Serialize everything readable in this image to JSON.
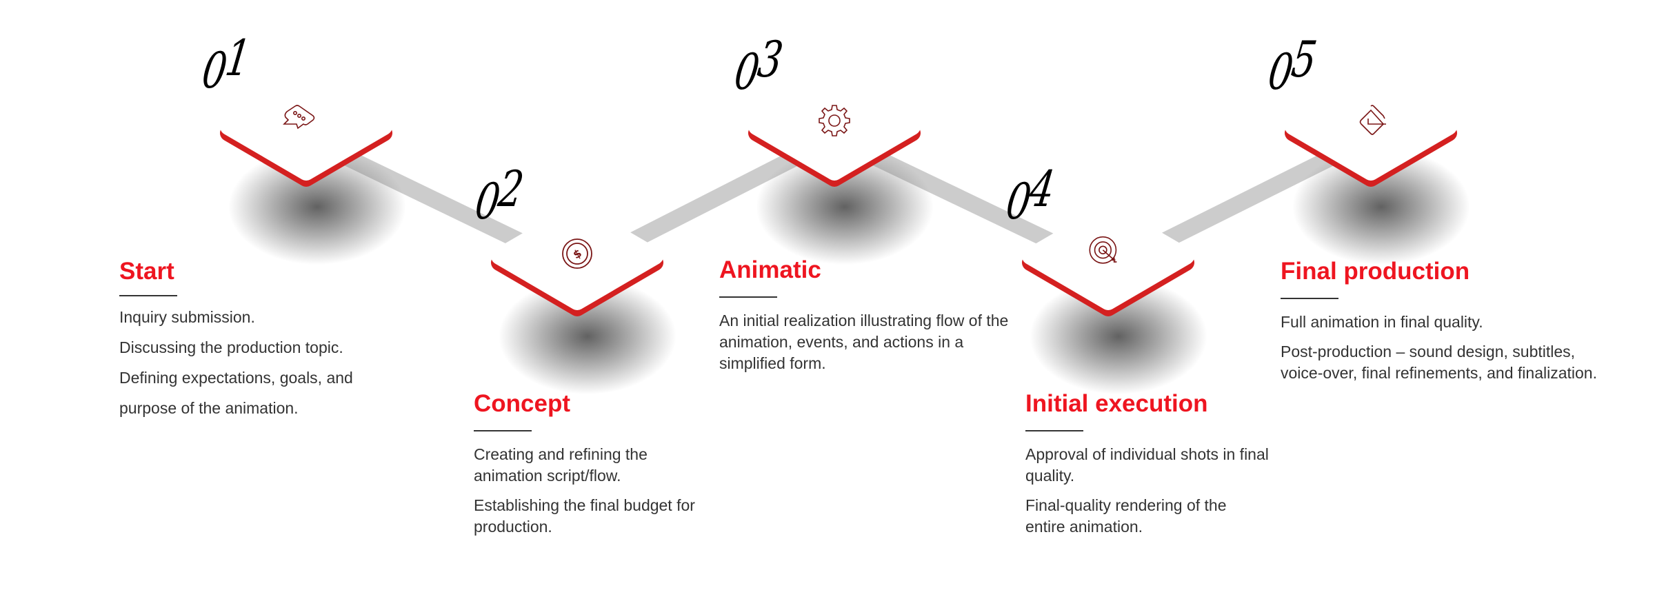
{
  "colors": {
    "accent": "#ee1520",
    "tile_edge": "#d42020",
    "icon": "#7a1515",
    "connector": "#cccccc"
  },
  "steps": [
    {
      "number_a": "0",
      "number_b": "1",
      "icon": "chat-bubble-icon",
      "title": "Start",
      "lines": [
        "Inquiry submission.",
        "Discussing the production topic.",
        "Defining expectations, goals, and",
        "purpose of the animation."
      ]
    },
    {
      "number_a": "0",
      "number_b": "2",
      "icon": "dollar-coin-icon",
      "title": "Concept",
      "lines": [
        "Creating and refining the animation script/flow.",
        "Establishing the final budget for production."
      ]
    },
    {
      "number_a": "0",
      "number_b": "3",
      "icon": "gear-icon",
      "title": "Animatic",
      "lines": [
        "An initial realization illustrating flow of the animation, events, and actions in a simplified form."
      ]
    },
    {
      "number_a": "0",
      "number_b": "4",
      "icon": "target-icon",
      "title": "Initial execution",
      "lines": [
        "Approval of individual shots in final quality.",
        "Final-quality rendering of the entire animation."
      ]
    },
    {
      "number_a": "0",
      "number_b": "5",
      "icon": "checkmark-diamond-icon",
      "title": "Final production",
      "lines": [
        "Full animation in final quality.",
        "Post-production – sound design, subtitles, voice-over,  final refinements, and finalization."
      ]
    }
  ]
}
